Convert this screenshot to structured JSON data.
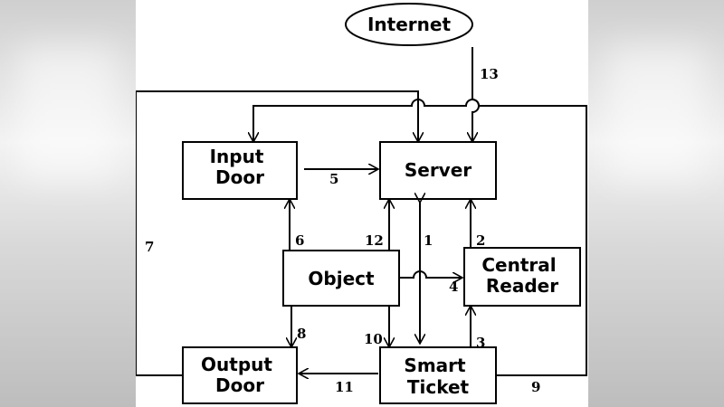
{
  "diagram": {
    "nodes": {
      "internet": {
        "label": "Internet"
      },
      "input_door": {
        "label": [
          "Input",
          "Door"
        ]
      },
      "server": {
        "label": "Server"
      },
      "object": {
        "label": "Object"
      },
      "central_reader": {
        "label": [
          "Central",
          "Reader"
        ]
      },
      "output_door": {
        "label": [
          "Output",
          "Door"
        ]
      },
      "smart_ticket": {
        "label": [
          "Smart",
          "Ticket"
        ]
      }
    },
    "edges": [
      {
        "id": "1",
        "label": "1",
        "from": "server",
        "to": "smart_ticket",
        "bidirectional": true
      },
      {
        "id": "2",
        "label": "2",
        "from": "central_reader",
        "to": "server"
      },
      {
        "id": "3",
        "label": "3",
        "from": "smart_ticket",
        "to": "central_reader"
      },
      {
        "id": "4",
        "label": "4",
        "from": "object",
        "to": "central_reader"
      },
      {
        "id": "5",
        "label": "5",
        "from": "input_door",
        "to": "server"
      },
      {
        "id": "6",
        "label": "6",
        "from": "object",
        "to": "input_door"
      },
      {
        "id": "7",
        "label": "7",
        "from": "output_door",
        "to": "server"
      },
      {
        "id": "8",
        "label": "8",
        "from": "object",
        "to": "output_door"
      },
      {
        "id": "9",
        "label": "9",
        "from": "smart_ticket",
        "to": "input_door"
      },
      {
        "id": "10",
        "label": "10",
        "from": "object",
        "to": "smart_ticket"
      },
      {
        "id": "11",
        "label": "11",
        "from": "smart_ticket",
        "to": "output_door"
      },
      {
        "id": "12",
        "label": "12",
        "from": "object",
        "to": "server"
      },
      {
        "id": "13",
        "label": "13",
        "from": "internet",
        "to": "server"
      }
    ]
  }
}
